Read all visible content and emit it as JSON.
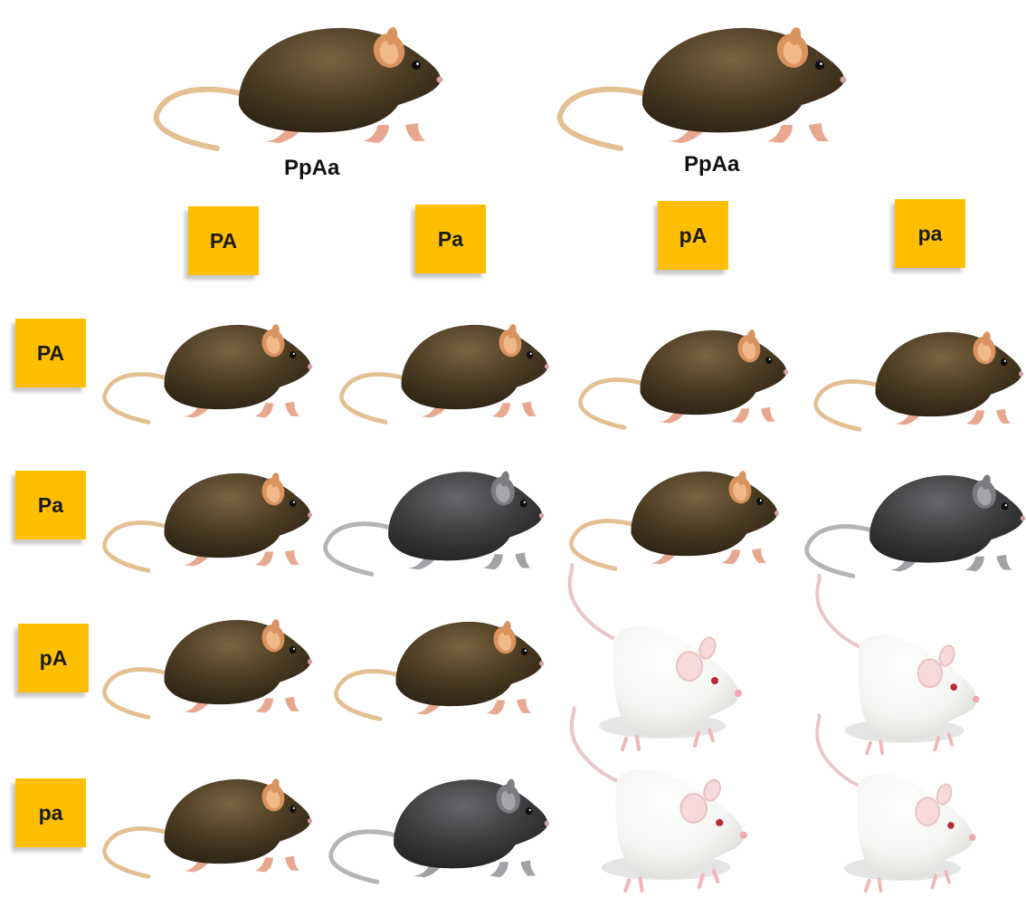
{
  "parents": [
    {
      "genotype": "PpAa",
      "phenotype": "agouti"
    },
    {
      "genotype": "PpAa",
      "phenotype": "agouti"
    }
  ],
  "column_gametes": [
    "PA",
    "Pa",
    "pA",
    "pa"
  ],
  "row_gametes": [
    "PA",
    "Pa",
    "pA",
    "pa"
  ],
  "offspring": [
    [
      "agouti",
      "agouti",
      "agouti",
      "agouti"
    ],
    [
      "agouti",
      "black",
      "agouti",
      "black"
    ],
    [
      "agouti",
      "agouti",
      "albino",
      "albino"
    ],
    [
      "agouti",
      "black",
      "albino",
      "albino"
    ]
  ],
  "colors": {
    "gamete_box": "#FFBF00",
    "agouti_coat": "#4a3a22",
    "black_coat": "#3c3c3e",
    "albino_coat": "#f4f4f2"
  }
}
